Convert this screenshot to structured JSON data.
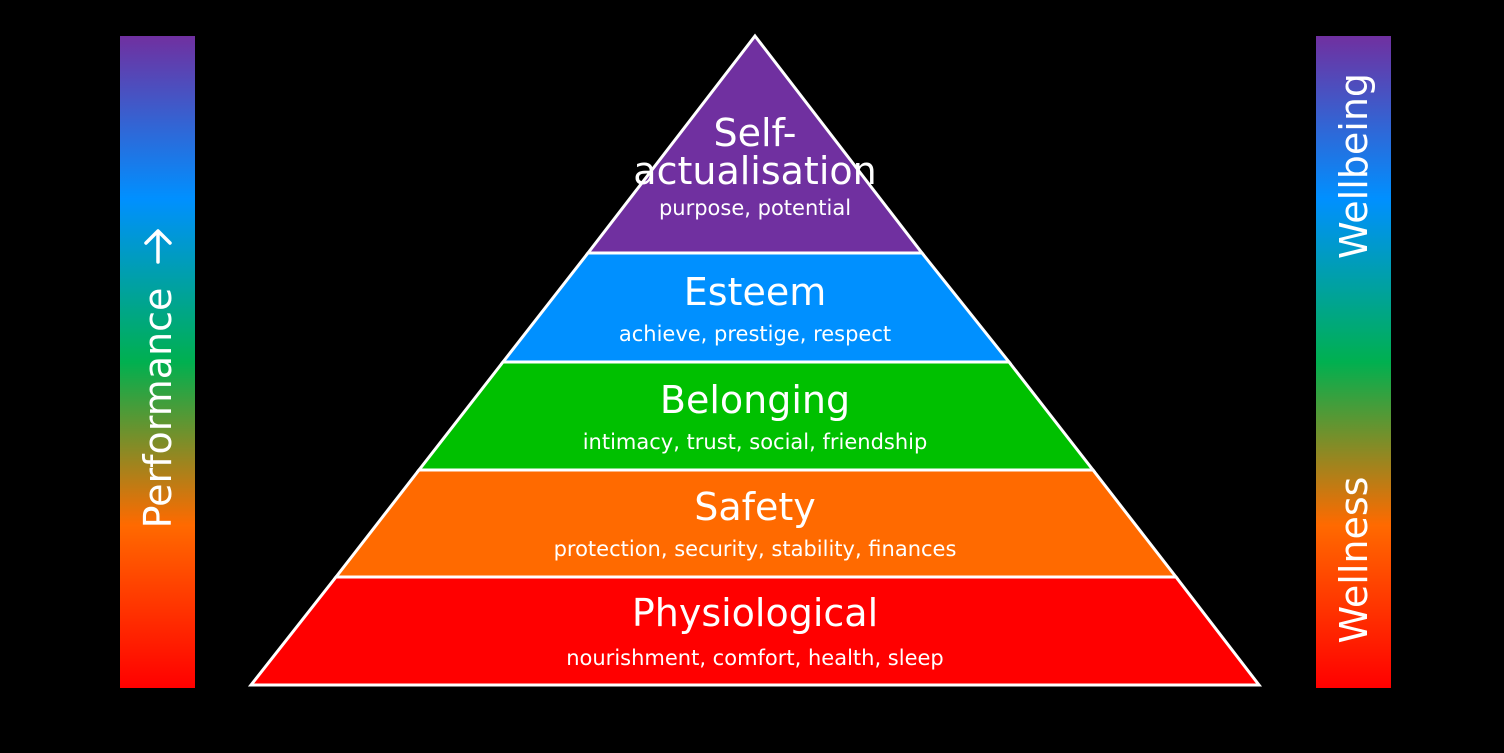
{
  "left_bar": {
    "label": "Performance",
    "arrow_icon": "arrow-up-icon"
  },
  "right_bar": {
    "top_label": "Wellbeing",
    "bottom_label": "Wellness"
  },
  "pyramid": {
    "levels": [
      {
        "title_line1": "Self-",
        "title_line2": "actualisation",
        "subtitle": "purpose, potential",
        "color": "#7030a0"
      },
      {
        "title": "Esteem",
        "subtitle": "achieve, prestige, respect",
        "color": "#0090ff"
      },
      {
        "title": "Belonging",
        "subtitle": "intimacy, trust, social, friendship",
        "color": "#00c000"
      },
      {
        "title": "Safety",
        "subtitle": "protection, security, stability, finances",
        "color": "#ff6a00"
      },
      {
        "title": "Physiological",
        "subtitle": "nourishment, comfort, health, sleep",
        "color": "#ff0000"
      }
    ]
  },
  "gradient_colors": [
    "#7030a0",
    "#0090ff",
    "#00b050",
    "#ff6a00",
    "#ff0000"
  ]
}
